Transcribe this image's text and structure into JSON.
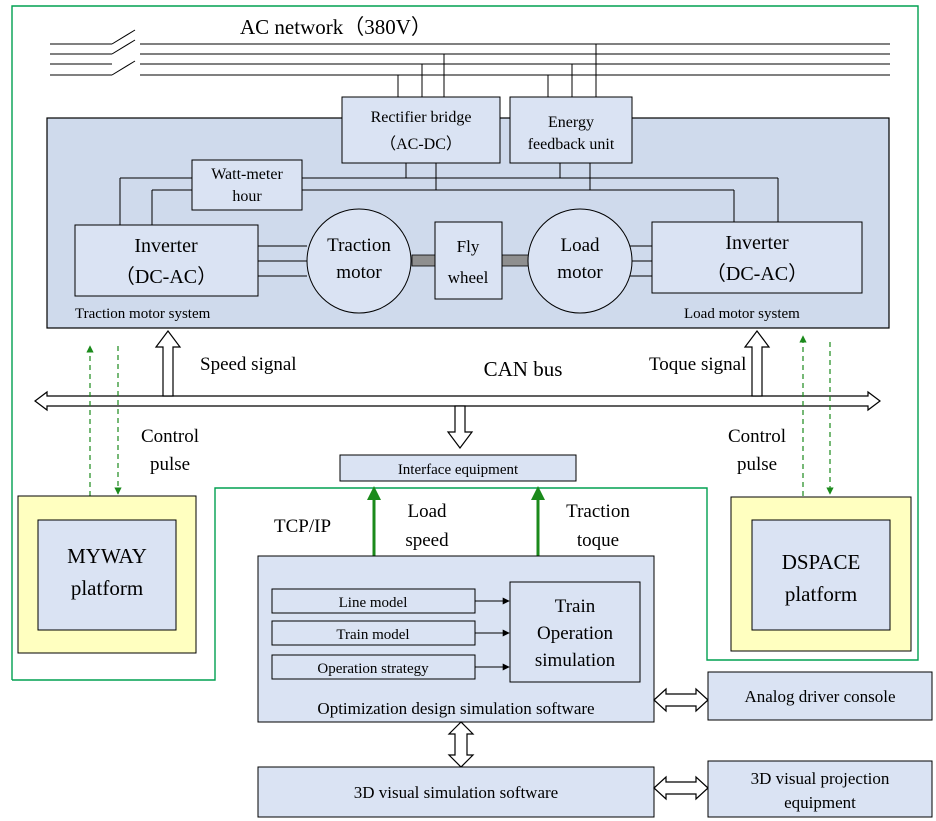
{
  "ac_network": "AC network（380V）",
  "rectifier": {
    "line1": "Rectifier bridge",
    "line2": "（AC-DC）"
  },
  "energy_feedback": {
    "line1": "Energy",
    "line2": "feedback unit"
  },
  "wattmeter": {
    "line1": "Watt-meter",
    "line2": "hour"
  },
  "inverter_left": {
    "line1": "Inverter",
    "line2": "（DC-AC）"
  },
  "inverter_right": {
    "line1": "Inverter",
    "line2": "（DC-AC）"
  },
  "traction_motor": {
    "line1": "Traction",
    "line2": "motor"
  },
  "flywheel": {
    "line1": "Fly",
    "line2": "wheel"
  },
  "load_motor": {
    "line1": "Load",
    "line2": "motor"
  },
  "traction_motor_system": "Traction motor system",
  "load_motor_system": "Load motor system",
  "speed_signal": "Speed signal",
  "can_bus": "CAN bus",
  "toque_signal": "Toque signal",
  "control_pulse_left": {
    "line1": "Control",
    "line2": "pulse"
  },
  "control_pulse_right": {
    "line1": "Control",
    "line2": "pulse"
  },
  "interface_equipment": "Interface equipment",
  "tcp_ip": "TCP/IP",
  "load_speed": {
    "line1": "Load",
    "line2": "speed"
  },
  "traction_toque": {
    "line1": "Traction",
    "line2": "toque"
  },
  "myway": {
    "line1": "MYWAY",
    "line2": "platform"
  },
  "dspace": {
    "line1": "DSPACE",
    "line2": "platform"
  },
  "line_model": "Line model",
  "train_model": "Train model",
  "operation_strategy": "Operation strategy",
  "train_operation": {
    "line1": "Train",
    "line2": "Operation",
    "line3": "simulation"
  },
  "optimization_software": "Optimization design simulation software",
  "analog_console": "Analog driver console",
  "visual_software": "3D visual simulation software",
  "visual_projection": {
    "line1": "3D visual projection",
    "line2": "equipment"
  },
  "colors": {
    "box_fill": "#dae3f3",
    "green_border": "#00a050",
    "green_arrow": "#1b8a1b",
    "platform_outer": "#ffffc0"
  }
}
